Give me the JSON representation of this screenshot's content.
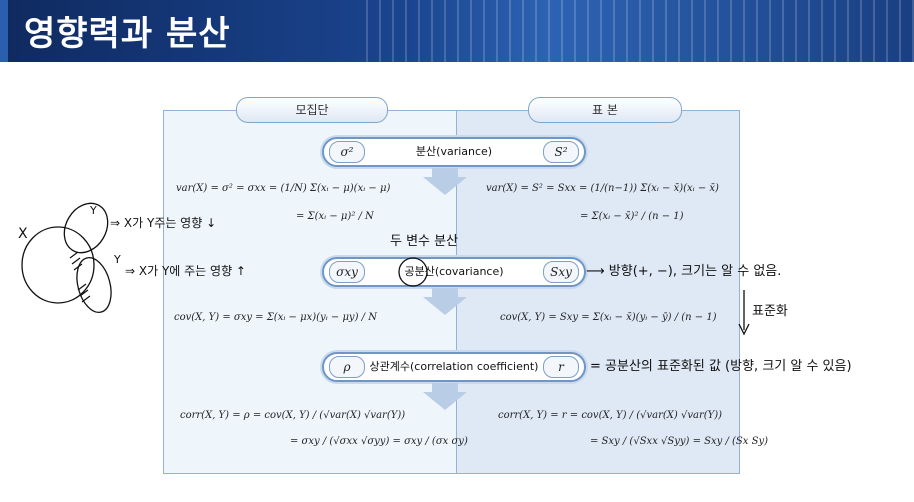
{
  "header": {
    "title": "영향력과 분산"
  },
  "columns": {
    "left": "모집단",
    "right": "표 본"
  },
  "concepts": [
    {
      "left_symbol": "σ²",
      "label": "분산(variance)",
      "right_symbol": "S²"
    },
    {
      "left_symbol": "σxy",
      "label": "공분산(covariance)",
      "right_symbol": "Sxy"
    },
    {
      "left_symbol": "ρ",
      "label": "상관계수(correlation coefficient)",
      "right_symbol": "r"
    }
  ],
  "formulas": {
    "var_pop_1": "var(X) = σ² = σxx = (1/N) Σ(xᵢ − μ)(xᵢ − μ)",
    "var_pop_2": "= Σ(xᵢ − μ)² / N",
    "var_smp_1": "var(X) = S² = Sxx = (1/(n−1)) Σ(xᵢ − x̄)(xᵢ − x̄)",
    "var_smp_2": "= Σ(xᵢ − x̄)² / (n − 1)",
    "cov_pop": "cov(X, Y) = σxy = Σ(xᵢ − μx)(yᵢ − μy) / N",
    "cov_smp": "cov(X, Y) = Sxy = Σ(xᵢ − x̄)(yᵢ − ȳ) / (n − 1)",
    "corr_pop_1": "corr(X, Y) = ρ = cov(X, Y) / (√var(X) √var(Y))",
    "corr_pop_2": "= σxy / (√σxx √σyy) = σxy / (σx σy)",
    "corr_smp_1": "corr(X, Y) = r = cov(X, Y) / (√var(X) √var(Y))",
    "corr_smp_2": "= Sxy / (√Sxx √Syy) = Sxy / (Sx Sy)"
  },
  "annotations": {
    "venn_x": "X",
    "venn_y_top": "Y",
    "venn_y_mid": "Y",
    "note1": "⇒ X가 Y주는 영향 ↓",
    "note2": "⇒ X가 Y에 주는 영향 ↑",
    "two_vars": "두 변수 분산",
    "direction": "⟶ 방향(+, −), 크기는 알 수 없음.",
    "standardize": "표준화",
    "corr_note": "= 공분산의 표준화된 값 (방향, 크기 알 수 있음)"
  }
}
